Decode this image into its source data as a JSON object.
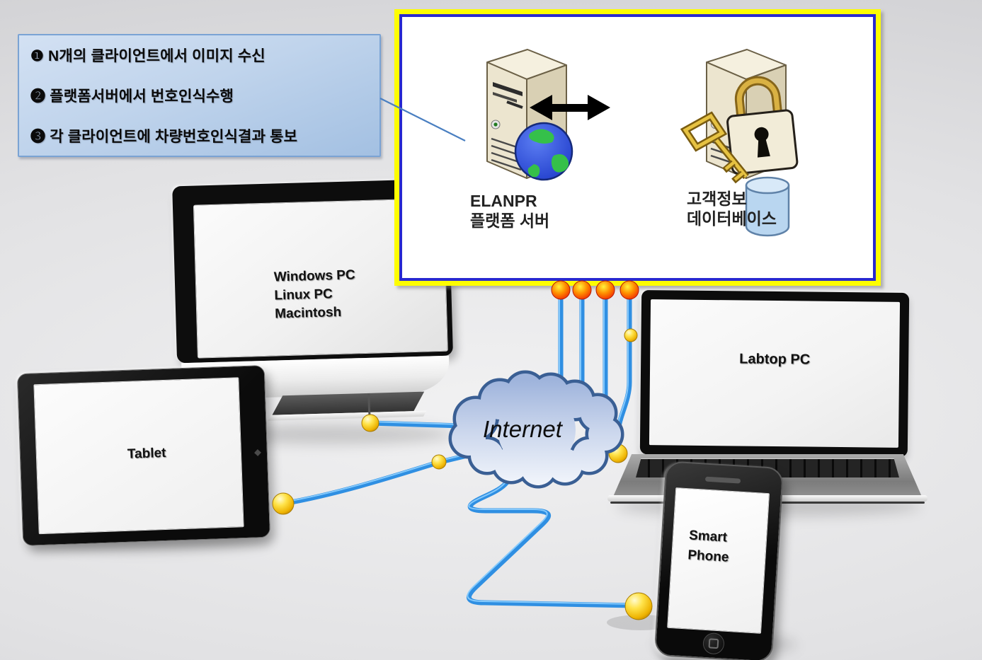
{
  "callout": {
    "steps": [
      "❶ N개의 클라이언트에서 이미지 수신",
      "❷ 플랫폼서버에서  번호인식수행",
      "❸ 각 클라이언트에 차량번호인식결과  통보"
    ]
  },
  "platform_panel": {
    "server": {
      "line1": "ELANPR",
      "line2": "플랫폼 서버"
    },
    "database": {
      "line1": "고객정보",
      "line2": "데이터베이스"
    }
  },
  "cloud": {
    "label": "Internet"
  },
  "devices": {
    "desktop": {
      "lines": [
        "Windows PC",
        "Linux PC",
        "Macintosh"
      ]
    },
    "tablet": {
      "label": "Tablet"
    },
    "laptop": {
      "label": "Labtop PC"
    },
    "smartphone": {
      "lines": [
        "Smart",
        "Phone"
      ]
    }
  },
  "colors": {
    "panel_border_outer": "#fdfd00",
    "panel_border_inner": "#2929cf",
    "callout_border": "#7aa3d4",
    "cable_blue": "#2f8fe2",
    "connector_ball_yellow": "#ffd42a",
    "endpoint_ball_red": "#ff4a00",
    "cloud_stroke": "#3a5f94"
  }
}
